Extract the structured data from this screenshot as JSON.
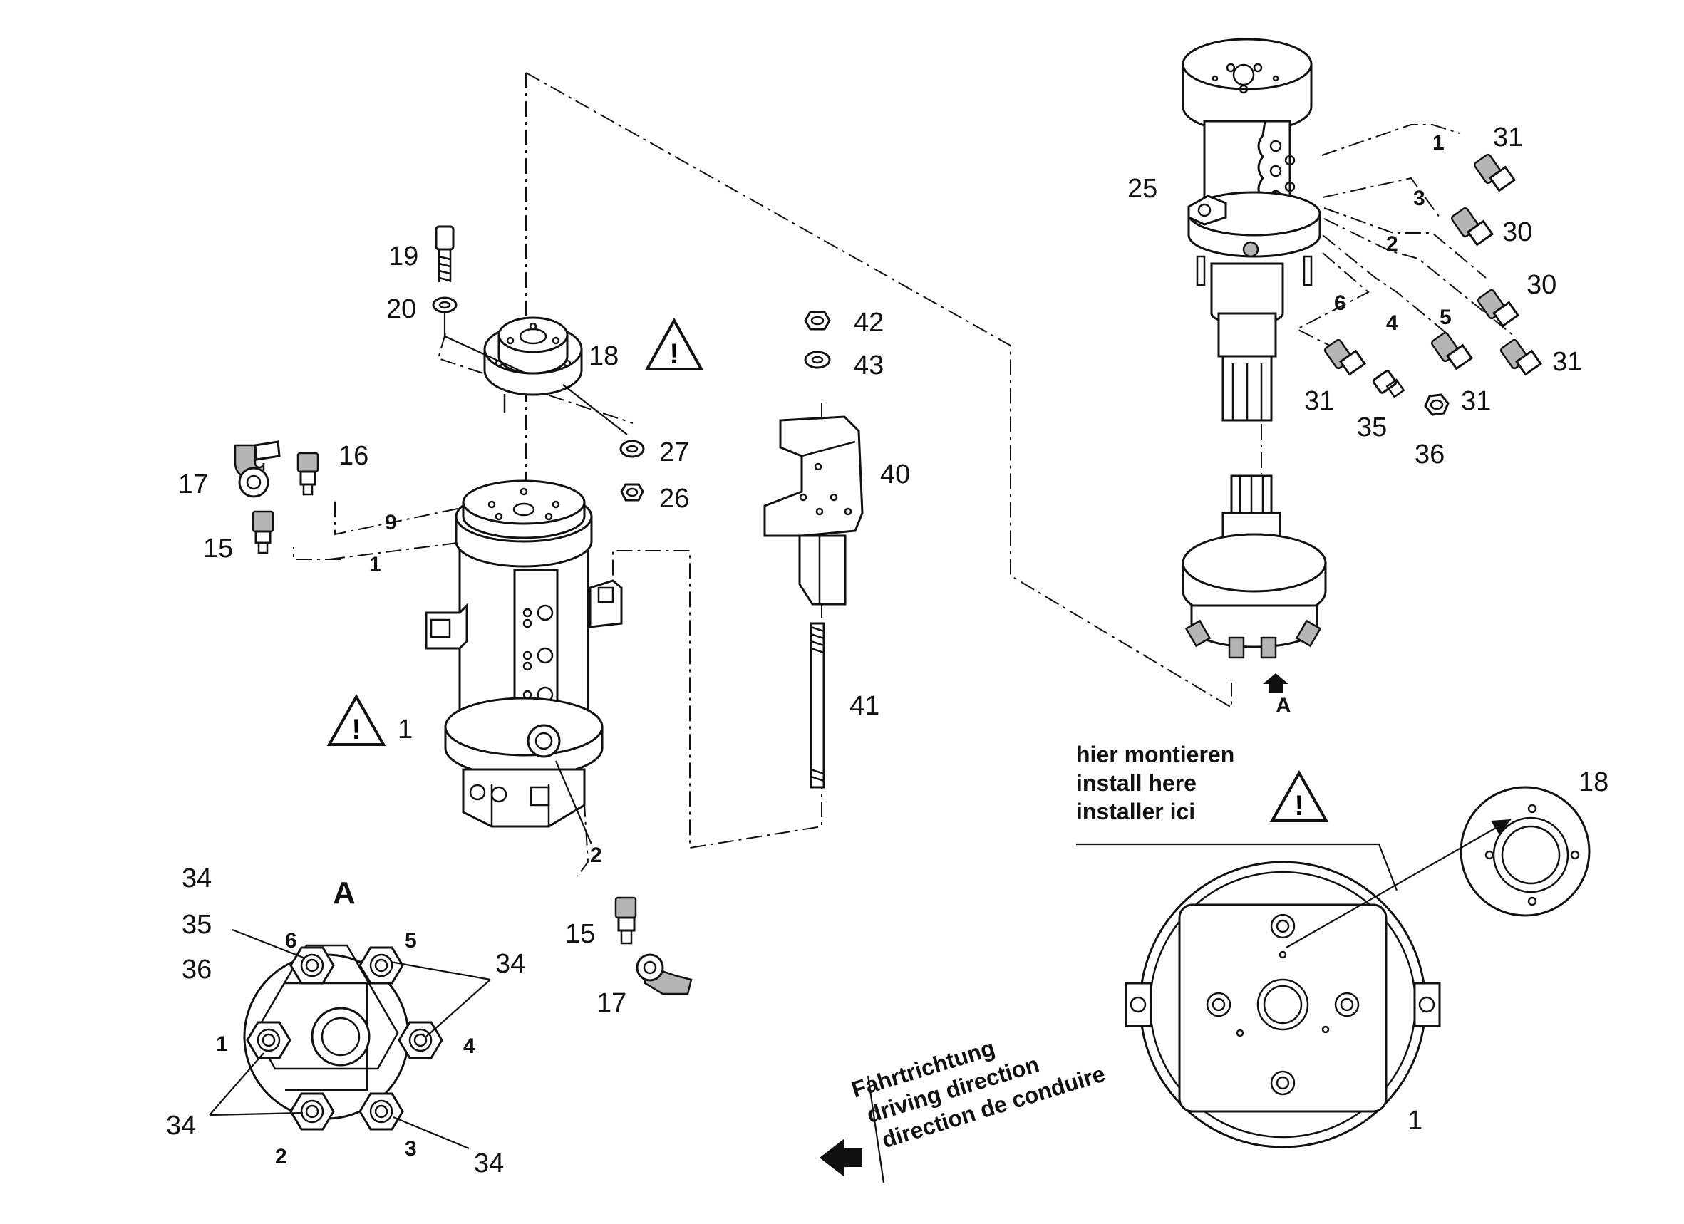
{
  "callouts": {
    "c19": "19",
    "c20": "20",
    "c18": "18",
    "c27": "27",
    "c26": "26",
    "c16": "16",
    "c17a": "17",
    "c15a": "15",
    "c9": "9",
    "c1a": "1",
    "c1warn": "1",
    "c2a": "2",
    "c15b": "15",
    "c17b": "17",
    "c42": "42",
    "c43": "43",
    "c40": "40",
    "c41": "41",
    "c25": "25",
    "c31a": "31",
    "c1b": "1",
    "c3a": "3",
    "c30a": "30",
    "c2b": "2",
    "c30b": "30",
    "c6a": "6",
    "c4a": "4",
    "c5a": "5",
    "c31b": "31",
    "c31c": "31",
    "c31d": "31",
    "c35a": "35",
    "c36a": "36",
    "cA1": "A",
    "cA2": "A",
    "c34a": "34",
    "c35b": "35",
    "c36b": "36",
    "n6": "6",
    "n5": "5",
    "n1": "1",
    "n4": "4",
    "n2": "2",
    "n3": "3",
    "c34b": "34",
    "c34c": "34",
    "c34d": "34",
    "c18b": "18",
    "c1c": "1"
  },
  "install_note": {
    "line1": "hier montieren",
    "line2": "install here",
    "line3": "installer ici"
  },
  "driving_direction": {
    "line1": "Fahrtrichtung",
    "line2": "driving direction",
    "line3": "direction de conduire"
  },
  "warning_symbol": "!",
  "icons": [
    "warning-triangle-icon",
    "arrow-icon"
  ]
}
